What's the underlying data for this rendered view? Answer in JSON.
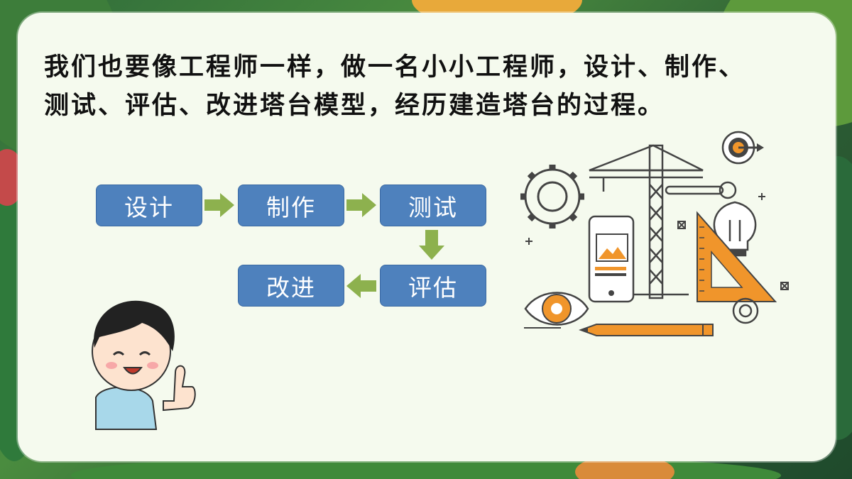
{
  "slide": {
    "intro_text": "我们也要像工程师一样，做一名小小工程师，设计、制作、测试、评估、改进塔台模型，经历建造塔台的过程。"
  },
  "process": {
    "steps": [
      {
        "label": "设计"
      },
      {
        "label": "制作"
      },
      {
        "label": "测试"
      },
      {
        "label": "评估"
      },
      {
        "label": "改进"
      }
    ]
  },
  "colors": {
    "step_fill": "#4e81bd",
    "arrow_fill": "#8db14e",
    "accent_orange": "#f0952b",
    "card_bg": "#f5faee"
  },
  "icons": [
    "gear-icon",
    "target-icon",
    "crane-icon",
    "phone-icon",
    "lightbulb-icon",
    "triangle-ruler-icon",
    "eye-icon",
    "pencil-icon",
    "wrench-icon",
    "boy-thumbs-up-illustration"
  ]
}
